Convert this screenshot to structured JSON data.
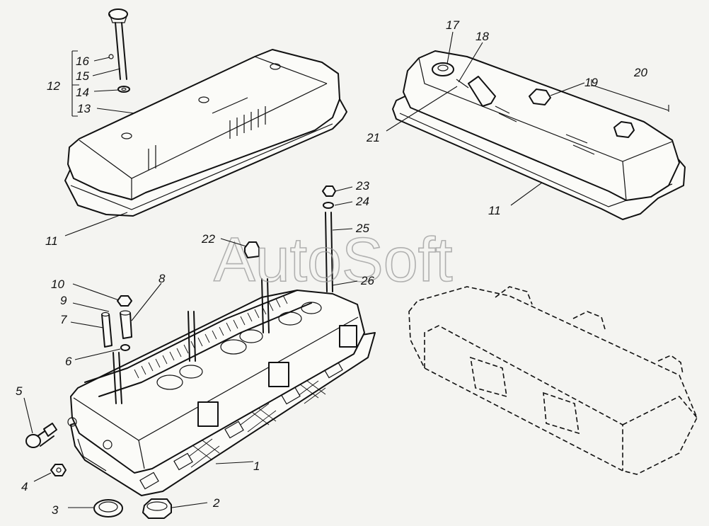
{
  "watermark": "AutoSoft",
  "labels": {
    "l1": "1",
    "l2": "2",
    "l3": "3",
    "l4": "4",
    "l5": "5",
    "l6": "6",
    "l7": "7",
    "l8": "8",
    "l9": "9",
    "l10": "10",
    "l11a": "11",
    "l11b": "11",
    "l12": "12",
    "l13": "13",
    "l14": "14",
    "l15": "15",
    "l16": "16",
    "l17": "17",
    "l18": "18",
    "l19": "19",
    "l20": "20",
    "l21": "21",
    "l22": "22",
    "l23": "23",
    "l24": "24",
    "l25": "25",
    "l26": "26"
  }
}
